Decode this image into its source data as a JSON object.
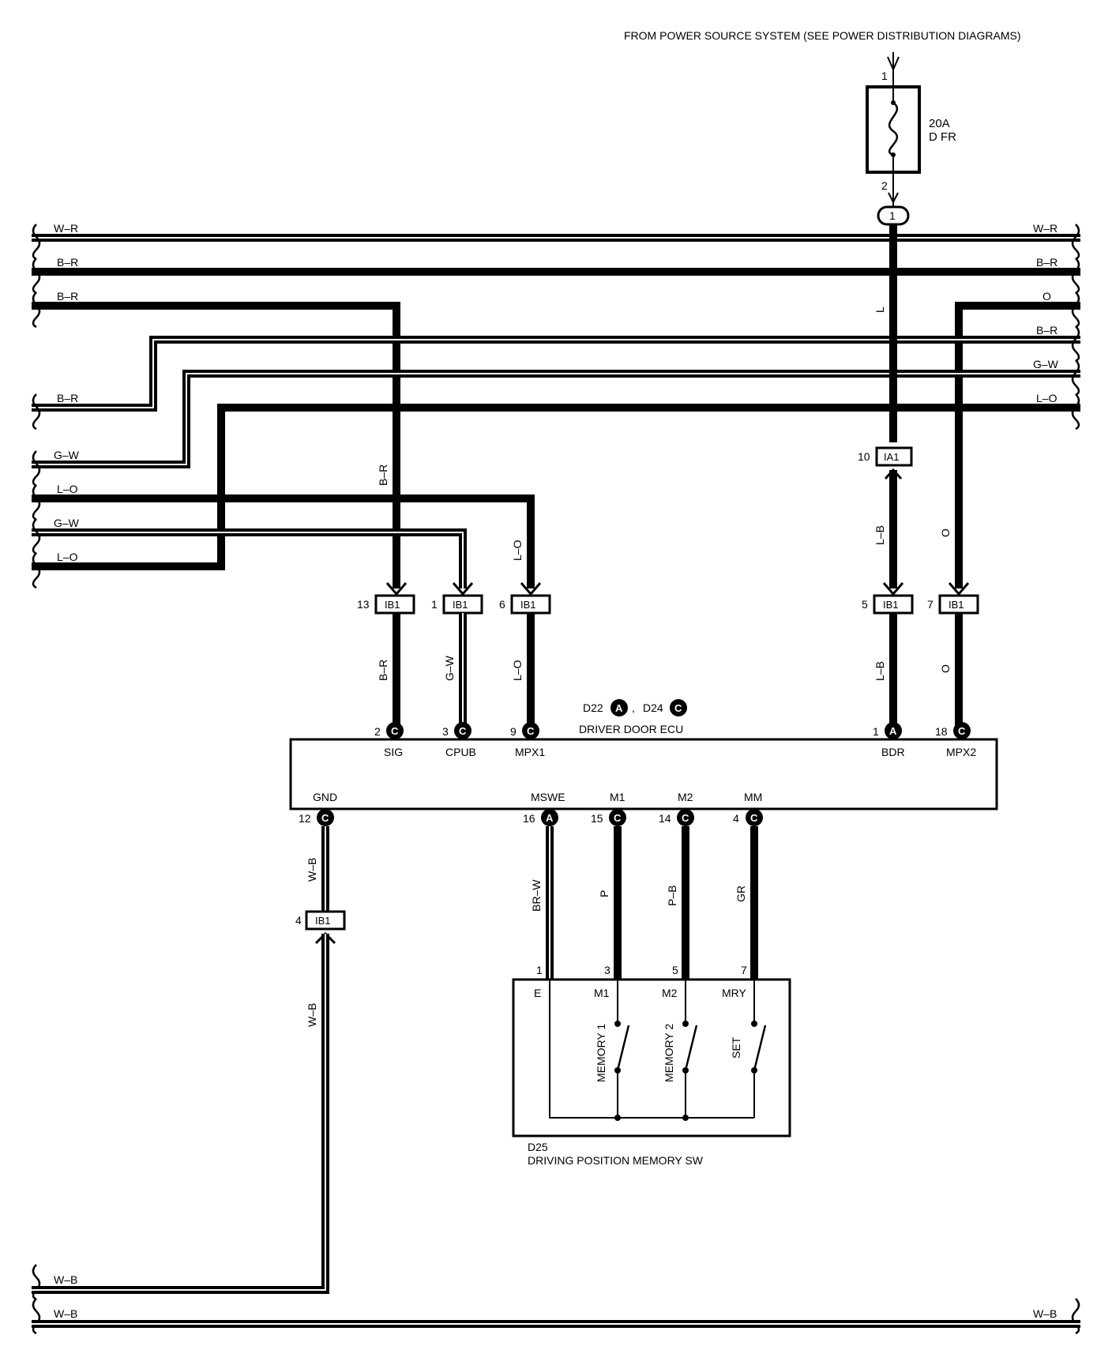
{
  "source": {
    "label": "FROM POWER SOURCE SYSTEM (SEE POWER DISTRIBUTION DIAGRAMS)",
    "pin_in": "1",
    "pin_out": "2",
    "rating": "20A",
    "name": "D FR",
    "junction": "1"
  },
  "left_wires": [
    "W–R",
    "B–R",
    "B–R",
    "B–R",
    "G–W",
    "L–O",
    "G–W",
    "L–O"
  ],
  "right_wires": [
    "W–R",
    "B–R",
    "O",
    "B–R",
    "G–W",
    "L–O"
  ],
  "bottom_wires": {
    "left1": "W–B",
    "left2": "W–B",
    "right2": "W–B"
  },
  "vertical_labels": {
    "sig_upper": "B–R",
    "mpx1_upper": "L–O",
    "bdr_trunk": "L",
    "bdr_upper": "L–B",
    "mpx2_upper": "O",
    "sig_lower": "B–R",
    "cpub_lower": "G–W",
    "mpx1_lower": "L–O",
    "bdr_lower": "L–B",
    "mpx2_lower": "O",
    "gnd_upper": "W–B",
    "gnd_lower": "W–B",
    "e_wire": "BR–W",
    "m1_wire": "P",
    "m2_wire": "P–B",
    "mm_wire": "GR"
  },
  "connectors": {
    "ia1": {
      "name": "IA1",
      "pin": "10"
    },
    "sig": {
      "name": "IB1",
      "pin": "13"
    },
    "cpub": {
      "name": "IB1",
      "pin": "1"
    },
    "mpx1": {
      "name": "IB1",
      "pin": "6"
    },
    "bdr": {
      "name": "IB1",
      "pin": "5"
    },
    "mpx2": {
      "name": "IB1",
      "pin": "7"
    },
    "gnd": {
      "name": "IB1",
      "pin": "4"
    }
  },
  "ecu": {
    "title": "DRIVER DOOR ECU",
    "ref1": "D22",
    "ref1_conn": "A",
    "sep": ",",
    "ref2": "D24",
    "ref2_conn": "C",
    "top_pins": [
      {
        "pin": "2",
        "conn": "C",
        "name": "SIG"
      },
      {
        "pin": "3",
        "conn": "C",
        "name": "CPUB"
      },
      {
        "pin": "9",
        "conn": "C",
        "name": "MPX1"
      },
      {
        "pin": "1",
        "conn": "A",
        "name": "BDR"
      },
      {
        "pin": "18",
        "conn": "C",
        "name": "MPX2"
      }
    ],
    "bottom_pins": [
      {
        "pin": "12",
        "conn": "C",
        "name": "GND"
      },
      {
        "pin": "16",
        "conn": "A",
        "name": "MSWE"
      },
      {
        "pin": "15",
        "conn": "C",
        "name": "M1"
      },
      {
        "pin": "14",
        "conn": "C",
        "name": "M2"
      },
      {
        "pin": "4",
        "conn": "C",
        "name": "MM"
      }
    ]
  },
  "switch": {
    "ref": "D25",
    "title": "DRIVING POSITION MEMORY SW",
    "pins": [
      {
        "pin": "1",
        "name": "E"
      },
      {
        "pin": "3",
        "name": "M1"
      },
      {
        "pin": "5",
        "name": "M2"
      },
      {
        "pin": "7",
        "name": "MRY"
      }
    ],
    "switches": [
      "MEMORY 1",
      "MEMORY 2",
      "SET"
    ]
  }
}
